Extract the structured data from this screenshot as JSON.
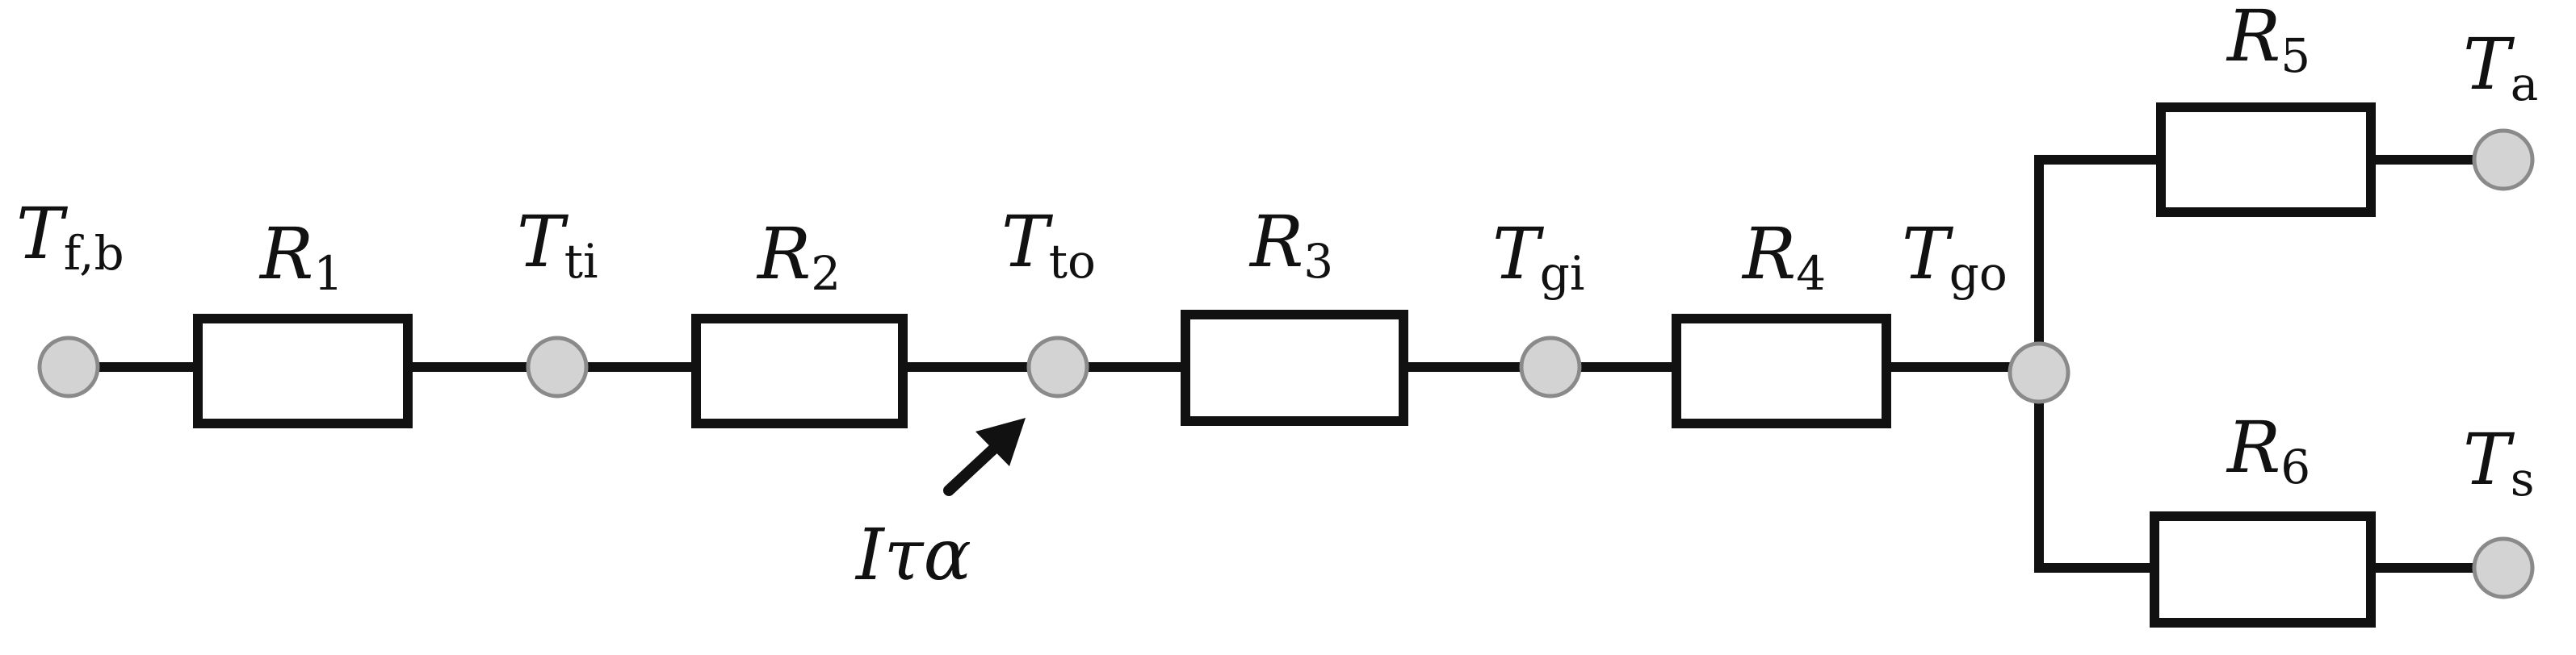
{
  "colors": {
    "line": "#111111",
    "node_fill": "#d3d3d3",
    "node_stroke": "#8a8a8a",
    "background": "#ffffff"
  },
  "resistors": [
    {
      "symbol": "R",
      "subscript": "1"
    },
    {
      "symbol": "R",
      "subscript": "2"
    },
    {
      "symbol": "R",
      "subscript": "3"
    },
    {
      "symbol": "R",
      "subscript": "4"
    },
    {
      "symbol": "R",
      "subscript": "5"
    },
    {
      "symbol": "R",
      "subscript": "6"
    }
  ],
  "nodes": [
    {
      "symbol": "T",
      "subscript": "f,b"
    },
    {
      "symbol": "T",
      "subscript": "ti"
    },
    {
      "symbol": "T",
      "subscript": "to"
    },
    {
      "symbol": "T",
      "subscript": "gi"
    },
    {
      "symbol": "T",
      "subscript": "go"
    },
    {
      "symbol": "T",
      "subscript": "a"
    },
    {
      "symbol": "T",
      "subscript": "s"
    }
  ],
  "heat_input_label": "Iτα"
}
